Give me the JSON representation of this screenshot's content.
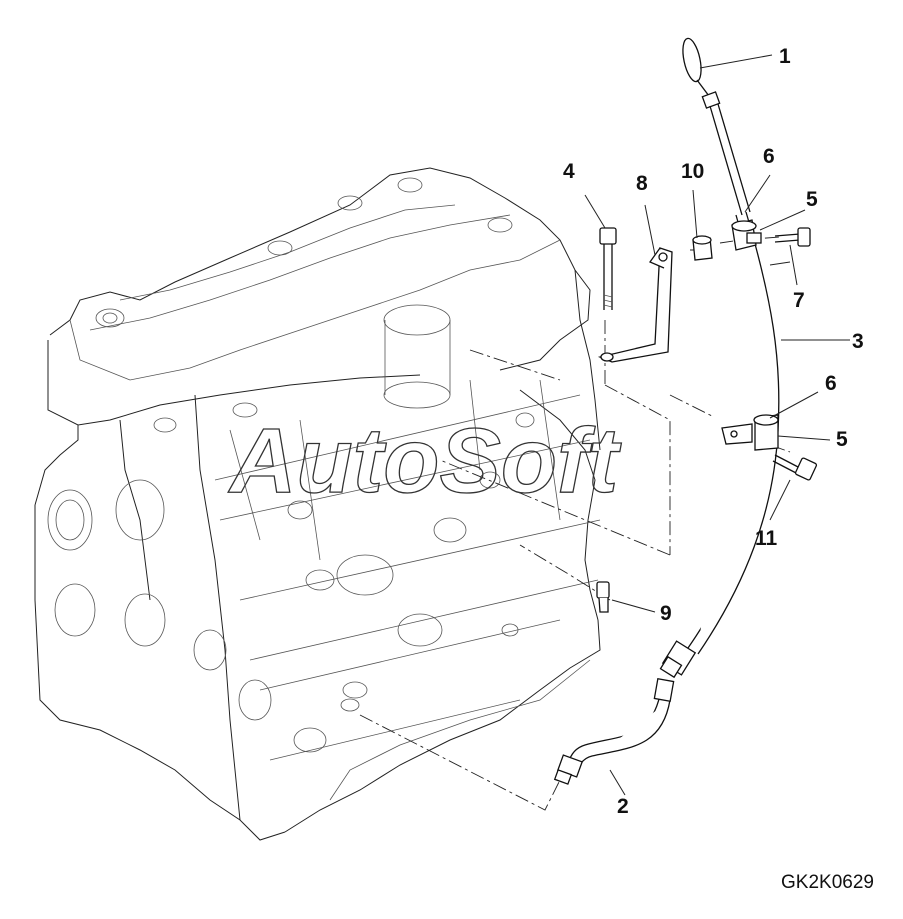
{
  "callouts": {
    "c1": "1",
    "c2": "2",
    "c3": "3",
    "c4": "4",
    "c5a": "5",
    "c5b": "5",
    "c6a": "6",
    "c6b": "6",
    "c7": "7",
    "c8": "8",
    "c9": "9",
    "c10": "10",
    "c11": "11"
  },
  "watermark": "AutoSoft",
  "figure_code": "GK2K0629"
}
